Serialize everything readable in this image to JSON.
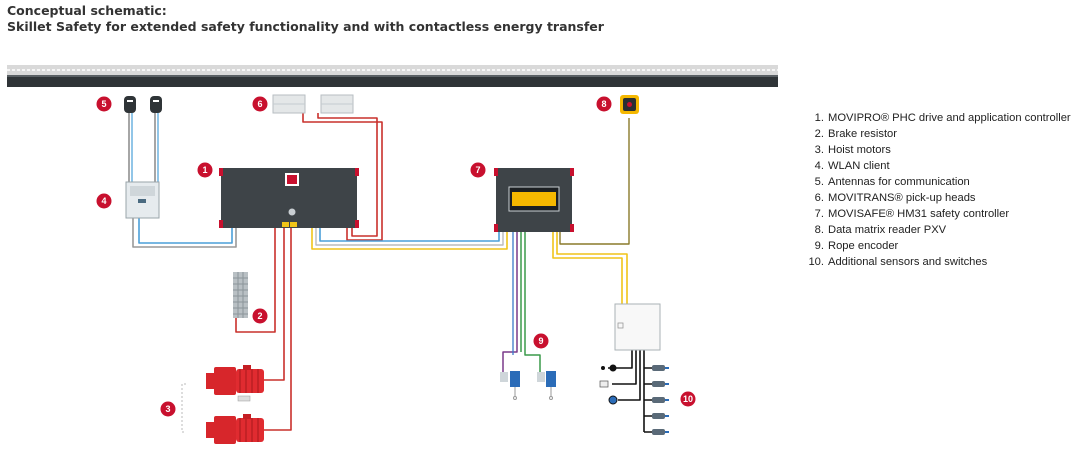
{
  "header": {
    "title": "Conceptual schematic:",
    "subtitle": "Skillet Safety for extended safety functionality and with contactless energy transfer"
  },
  "legend": [
    {
      "num": "1.",
      "label": "MOVIPRO® PHC drive and application controller"
    },
    {
      "num": "2.",
      "label": "Brake resistor"
    },
    {
      "num": "3.",
      "label": "Hoist motors"
    },
    {
      "num": "4.",
      "label": "WLAN client"
    },
    {
      "num": "5.",
      "label": "Antennas for communication"
    },
    {
      "num": "6.",
      "label": "MOVITRANS® pick-up heads"
    },
    {
      "num": "7.",
      "label": "MOVISAFE® HM31 safety controller"
    },
    {
      "num": "8.",
      "label": "Data matrix reader PXV"
    },
    {
      "num": "9.",
      "label": "Rope encoder"
    },
    {
      "num": "10.",
      "label": "Additional sensors and switches"
    }
  ],
  "badges": [
    "1",
    "2",
    "3",
    "4",
    "5",
    "6",
    "7",
    "8",
    "9",
    "10"
  ],
  "colors": {
    "badge": "#c8102e",
    "housing": "#3e4448",
    "motor": "#d7262b",
    "cable_red": "#c9302c",
    "cable_blue": "#4a9fd8",
    "cable_yellow": "#f0c419",
    "cable_olive": "#8a7a2a",
    "cable_green": "#3a9a4a",
    "cable_purple": "#7a3a8a",
    "display": "#f5b800"
  }
}
